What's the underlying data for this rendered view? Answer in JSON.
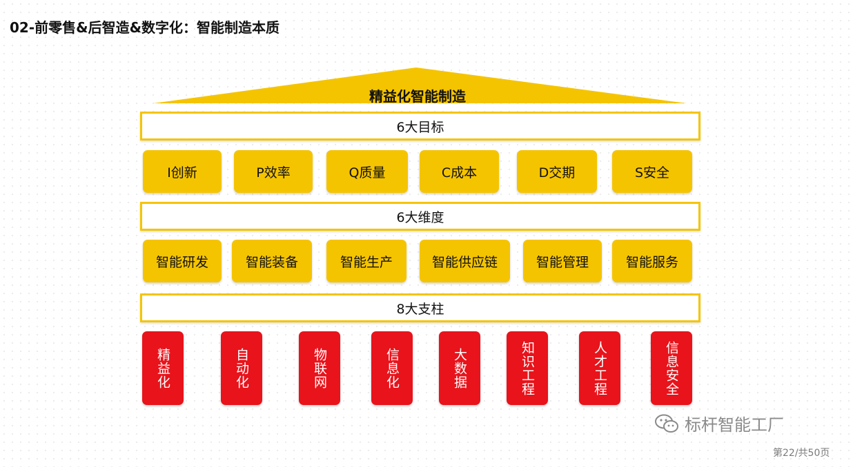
{
  "title": "02-前零售&后智造&数字化：智能制造本质",
  "house": {
    "roof_label": "精益化智能制造",
    "goals_band": "6大目标",
    "goals": [
      "I创新",
      "P效率",
      "Q质量",
      "C成本",
      "D交期",
      "S安全"
    ],
    "dimensions_band": "6大维度",
    "dimensions": [
      "智能研发",
      "智能装备",
      "智能生产",
      "智能供应链",
      "智能管理",
      "智能服务"
    ],
    "pillars_band": "8大支柱",
    "pillars": [
      "精益化",
      "自动化",
      "物联网",
      "信息化",
      "大数据",
      "知识工程",
      "人才工程",
      "信息安全"
    ]
  },
  "watermark": {
    "icon": "wechat-icon",
    "text": "标杆智能工厂"
  },
  "page_indicator": "第22/共50页",
  "colors": {
    "accent_yellow": "#f5c400",
    "pillar_red": "#e8131b"
  }
}
